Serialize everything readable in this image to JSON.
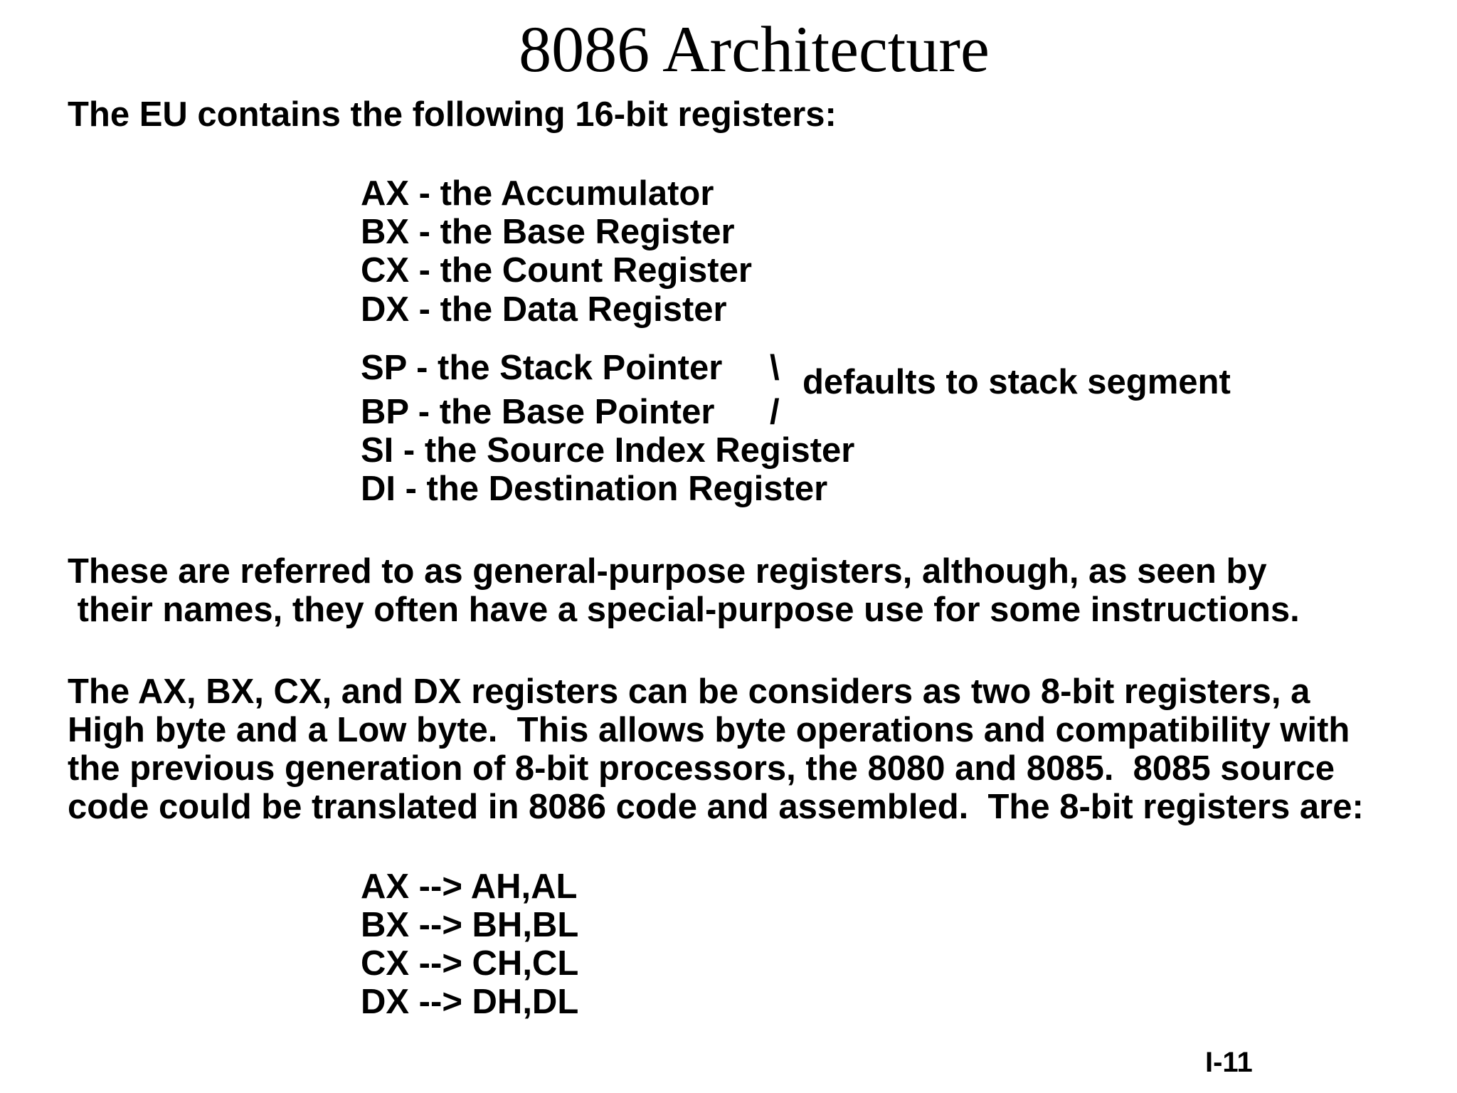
{
  "slide": {
    "title": "8086 Architecture",
    "intro": "The EU contains the following 16-bit registers:",
    "registers_16bit": [
      "AX - the Accumulator",
      "BX - the Base Register",
      "CX - the Count Register",
      "DX - the Data Register"
    ],
    "pointer_registers": [
      "SP - the Stack Pointer",
      "BP - the Base Pointer",
      "SI - the Source Index Register",
      "DI - the Destination Register"
    ],
    "bracket_top": "\\",
    "bracket_bottom": "/",
    "stack_note": "defaults to stack segment",
    "general_purpose_line1": "These are referred to as general-purpose registers, although, as seen by",
    "general_purpose_line2": " their names, they often have a special-purpose use for some instructions.",
    "byte_paragraph": [
      "The AX, BX, CX, and DX registers can be considers as two 8-bit registers, a",
      "High byte and a Low byte.  This allows byte operations and compatibility with",
      "the previous generation of 8-bit processors, the 8080 and 8085.  8085 source",
      "code could be translated in 8086 code and assembled.  The 8-bit registers are:"
    ],
    "registers_8bit": [
      "AX --> AH,AL",
      "BX --> BH,BL",
      "CX --> CH,CL",
      "DX --> DH,DL"
    ],
    "page_number": "I-11"
  }
}
